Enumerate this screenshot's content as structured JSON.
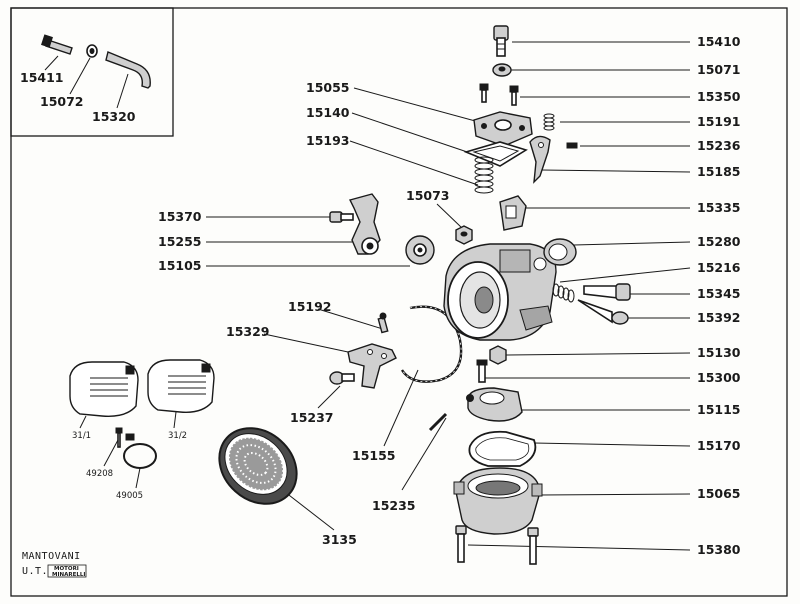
{
  "labels": {
    "p15411": "15411",
    "p15072": "15072",
    "p15320": "15320",
    "p15410": "15410",
    "p15071": "15071",
    "p15055": "15055",
    "p15350": "15350",
    "p15140": "15140",
    "p15191": "15191",
    "p15193": "15193",
    "p15236": "15236",
    "p15185": "15185",
    "p15073": "15073",
    "p15370": "15370",
    "p15335": "15335",
    "p15255": "15255",
    "p15280": "15280",
    "p15105": "15105",
    "p15216": "15216",
    "p15345": "15345",
    "p15192": "15192",
    "p15392": "15392",
    "p15329": "15329",
    "p15130": "15130",
    "p15300": "15300",
    "p15115": "15115",
    "p15237": "15237",
    "p15170": "15170",
    "p15155": "15155",
    "p15065": "15065",
    "p15235": "15235",
    "p3135": "3135",
    "p15380": "15380",
    "p31_1": "31/1",
    "p31_2": "31/2",
    "p49208": "49208",
    "p49005": "49005"
  },
  "stamp": {
    "line1": "MANTOVANI",
    "line2": "U.T.",
    "logo_line1": "MOTORI",
    "logo_line2": "MINARELLI"
  }
}
